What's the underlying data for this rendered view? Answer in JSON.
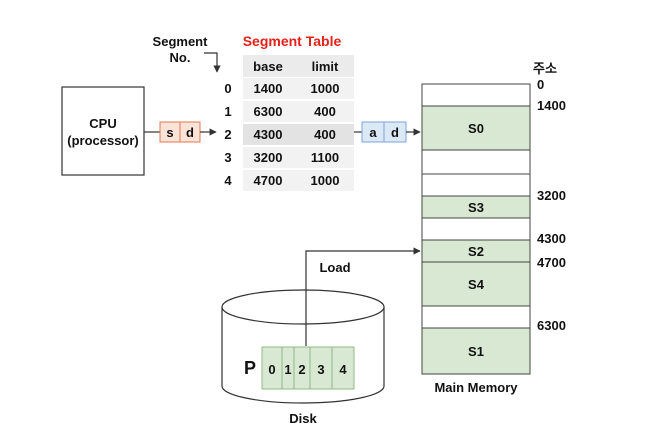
{
  "labels": {
    "segment_no_line1": "Segment",
    "segment_no_line2": "No.",
    "segment_table_title": "Segment Table",
    "cpu_line1": "CPU",
    "cpu_line2": "(processor)",
    "logical_s": "s",
    "logical_d": "d",
    "physical_a": "a",
    "physical_d": "d",
    "address_header": "주소",
    "load": "Load",
    "main_memory": "Main Memory",
    "disk": "Disk",
    "process_label": "P"
  },
  "segment_table": {
    "headers": [
      "base",
      "limit"
    ],
    "rows": [
      {
        "no": "0",
        "base": "1400",
        "limit": "1000"
      },
      {
        "no": "1",
        "base": "6300",
        "limit": "400"
      },
      {
        "no": "2",
        "base": "4300",
        "limit": "400"
      },
      {
        "no": "3",
        "base": "3200",
        "limit": "1100"
      },
      {
        "no": "4",
        "base": "4700",
        "limit": "1000"
      }
    ],
    "highlighted_row": 2
  },
  "memory": {
    "blocks": [
      {
        "label": "",
        "filled": false
      },
      {
        "label": "S0",
        "filled": true
      },
      {
        "label": "",
        "filled": false
      },
      {
        "label": "",
        "filled": false
      },
      {
        "label": "S3",
        "filled": true
      },
      {
        "label": "",
        "filled": false
      },
      {
        "label": "S2",
        "filled": true
      },
      {
        "label": "S4",
        "filled": true
      },
      {
        "label": "",
        "filled": false
      },
      {
        "label": "S1",
        "filled": true
      }
    ],
    "addresses": [
      "0",
      "1400",
      "3200",
      "4300",
      "4700",
      "6300"
    ]
  },
  "disk_segments": [
    "0",
    "1",
    "2",
    "3",
    "4"
  ],
  "colors": {
    "segment_fill": "#d8e8d2",
    "segment_stroke": "#8fb888",
    "table_header": "#ebebeb",
    "table_row": "#f2f2f2",
    "table_highlight": "#e3e3e3",
    "title_red": "#e8201a",
    "logical_fill": "#fbe3d8",
    "logical_stroke": "#e07a4f",
    "physical_fill": "#dbe8f6",
    "physical_stroke": "#7ea6d6",
    "line": "#333333"
  }
}
